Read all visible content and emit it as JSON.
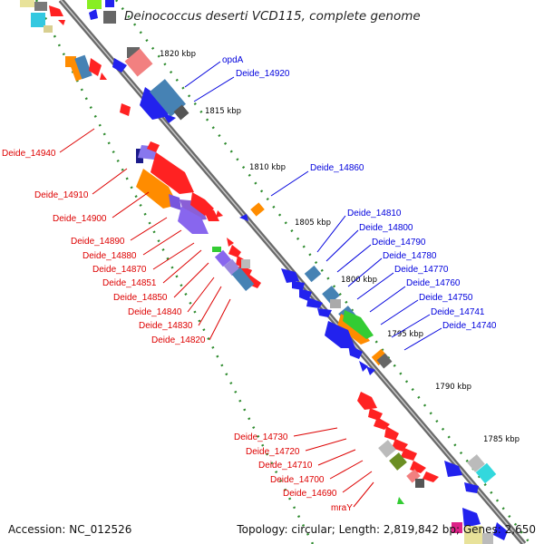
{
  "title": "Deinococcus deserti VCD115, complete genome",
  "accession": "Accession: NC_012526",
  "topology": "Topology: circular; Length: 2,819,842 bp; Genes: 2,650",
  "colors": {
    "forward_label": "#0000dd",
    "reverse_label": "#dd0000",
    "backbone": "#888888",
    "tick_dots": "#2e8b2e"
  },
  "kbp_ticks": [
    "1820 kbp",
    "1815 kbp",
    "1810 kbp",
    "1805 kbp",
    "1800 kbp",
    "1795 kbp",
    "1790 kbp",
    "1785 kbp"
  ],
  "forward_labels": [
    "opdA",
    "Deide_14920",
    "Deide_14860",
    "Deide_14810",
    "Deide_14800",
    "Deide_14790",
    "Deide_14780",
    "Deide_14770",
    "Deide_14760",
    "Deide_14750",
    "Deide_14741",
    "Deide_14740"
  ],
  "reverse_labels": [
    "Deide_14940",
    "Deide_14910",
    "Deide_14900",
    "Deide_14890",
    "Deide_14880",
    "Deide_14870",
    "Deide_14851",
    "Deide_14850",
    "Deide_14840",
    "Deide_14830",
    "Deide_14820",
    "Deide_14730",
    "Deide_14720",
    "Deide_14710",
    "Deide_14700",
    "Deide_14690",
    "mraY"
  ]
}
